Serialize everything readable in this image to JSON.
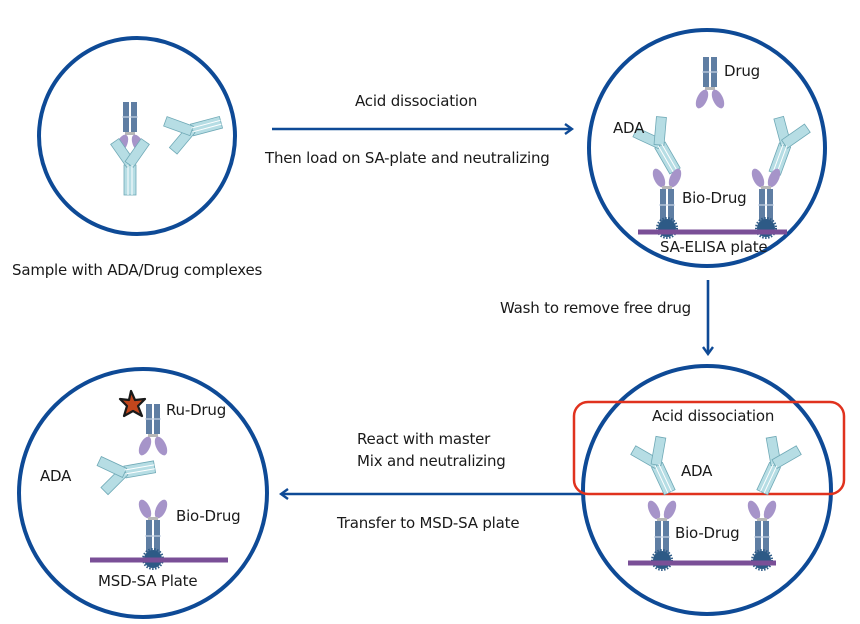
{
  "colors": {
    "circle": "#0e4a96",
    "arrow": "#0e4a96",
    "highlight": "#e0321e",
    "drug_chain": "#5f7ea3",
    "drug_fab": "#a694c9",
    "ada": "#a9d4dc",
    "ada_stroke": "#6fa9b6",
    "plate": "#7a4f97",
    "streptavidin": "#2d5a86",
    "ru_star": "#c2461c"
  },
  "panels": {
    "sample": {
      "caption": "Sample with ADA/Drug complexes"
    },
    "sa_elisa": {
      "drug_label": "Drug",
      "ada_label": "ADA",
      "bio_drug_label": "Bio-Drug",
      "plate_label": "SA-ELISA plate"
    },
    "acid_plate": {
      "highlight_label": "Acid dissociation",
      "ada_label": "ADA",
      "bio_drug_label": "Bio-Drug"
    },
    "msd": {
      "ru_drug_label": "Ru-Drug",
      "ada_label": "ADA",
      "bio_drug_label": "Bio-Drug",
      "plate_label": "MSD-SA Plate"
    }
  },
  "steps": {
    "step1_top": "Acid dissociation",
    "step1_bottom": "Then load on SA-plate and neutralizing",
    "step2": "Wash to remove free drug",
    "step3_line1": "React with master",
    "step3_line2": "Mix and neutralizing",
    "step3_bottom": "Transfer to MSD-SA plate"
  }
}
